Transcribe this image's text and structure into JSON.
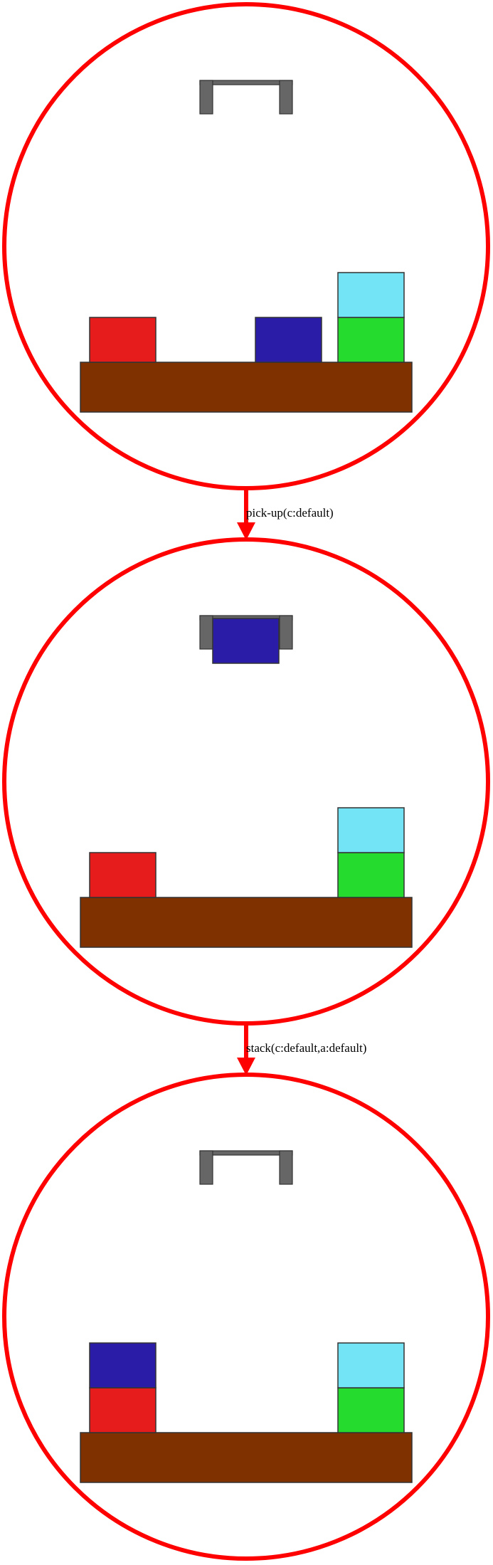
{
  "colors": {
    "ring": "#ff0000",
    "gripper": "#666666",
    "table": "#7f3100",
    "outline": "#333333",
    "block_red": "#e61c1c",
    "block_blue": "#2b1ca8",
    "block_green": "#25dc2e",
    "block_cyan": "#72e4f5"
  },
  "states": [
    {
      "gripper_holding": null,
      "stacks": [
        {
          "slot": 0,
          "blocks": [
            "red"
          ]
        },
        {
          "slot": 2,
          "blocks": [
            "blue"
          ]
        },
        {
          "slot": 3,
          "blocks": [
            "green",
            "cyan"
          ]
        }
      ]
    },
    {
      "gripper_holding": "blue",
      "stacks": [
        {
          "slot": 0,
          "blocks": [
            "red"
          ]
        },
        {
          "slot": 3,
          "blocks": [
            "green",
            "cyan"
          ]
        }
      ]
    },
    {
      "gripper_holding": null,
      "stacks": [
        {
          "slot": 0,
          "blocks": [
            "red",
            "blue"
          ]
        },
        {
          "slot": 3,
          "blocks": [
            "green",
            "cyan"
          ]
        }
      ]
    }
  ],
  "transitions": [
    {
      "label": "pick-up(c:default)"
    },
    {
      "label": "stack(c:default,a:default)"
    }
  ]
}
